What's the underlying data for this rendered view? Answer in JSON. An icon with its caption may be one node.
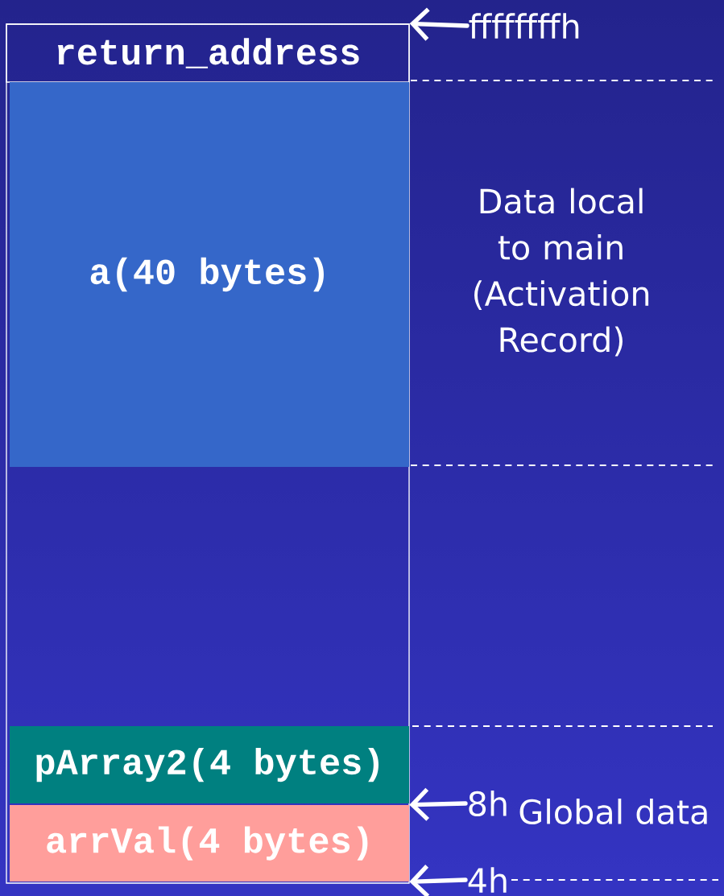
{
  "diagram": {
    "nodes": [
      {
        "text": [],
        "shape": "box"
      },
      {
        "text": [
          "return_address"
        ],
        "in": 0
      },
      {
        "text": [
          "a(40 bytes)"
        ],
        "in": 0
      },
      {
        "text": [
          "pArray2(4 bytes)"
        ],
        "in": 0
      },
      {
        "text": [
          "arrVal(4 bytes)"
        ],
        "in": 0
      },
      {
        "text": [
          "ffffffffh"
        ]
      },
      {
        "text": [
          "8h"
        ]
      },
      {
        "text": [
          "4h"
        ]
      }
    ],
    "edges": [
      {
        "from": 5,
        "to": 1,
        "arrow": "to"
      },
      {
        "from": 6,
        "to": 4,
        "arrow": "to"
      },
      {
        "from": 7,
        "to": 4,
        "arrow": "to"
      }
    ],
    "labels": [
      "Data local to main (Activation Record)",
      "Global data"
    ]
  }
}
